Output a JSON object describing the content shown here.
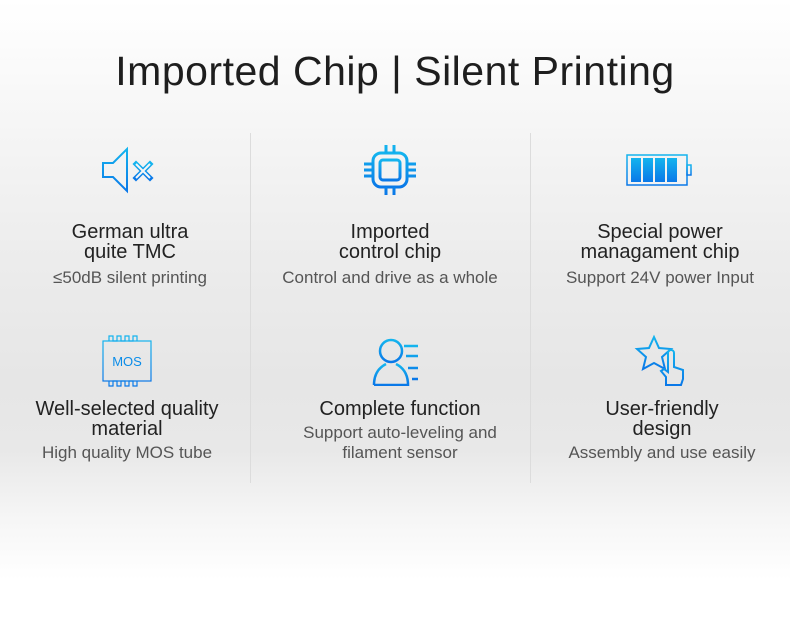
{
  "title": "Imported Chip | Silent Printing",
  "features": [
    {
      "icon": "speaker-mute-icon",
      "title": [
        "German ultra",
        "quite TMC"
      ],
      "subtitle": [
        "≤50dB silent printing"
      ]
    },
    {
      "icon": "chip-icon",
      "title": [
        "Imported",
        "control chip"
      ],
      "subtitle": [
        "Control and drive as a whole"
      ]
    },
    {
      "icon": "battery-icon",
      "title": [
        "Special power",
        "managament chip"
      ],
      "subtitle": [
        "Support 24V power Input"
      ]
    },
    {
      "icon": "mos-icon",
      "icon_text": "MOS",
      "title": [
        "Well-selected quality",
        "material"
      ],
      "subtitle": [
        "High quality MOS tube"
      ]
    },
    {
      "icon": "user-list-icon",
      "title": [
        "Complete function"
      ],
      "subtitle": [
        "Support auto-leveling and",
        "filament sensor"
      ]
    },
    {
      "icon": "star-hand-icon",
      "title": [
        "User-friendly",
        "design"
      ],
      "subtitle": [
        "Assembly and use easily"
      ]
    }
  ],
  "accent": "#0a8ce8"
}
